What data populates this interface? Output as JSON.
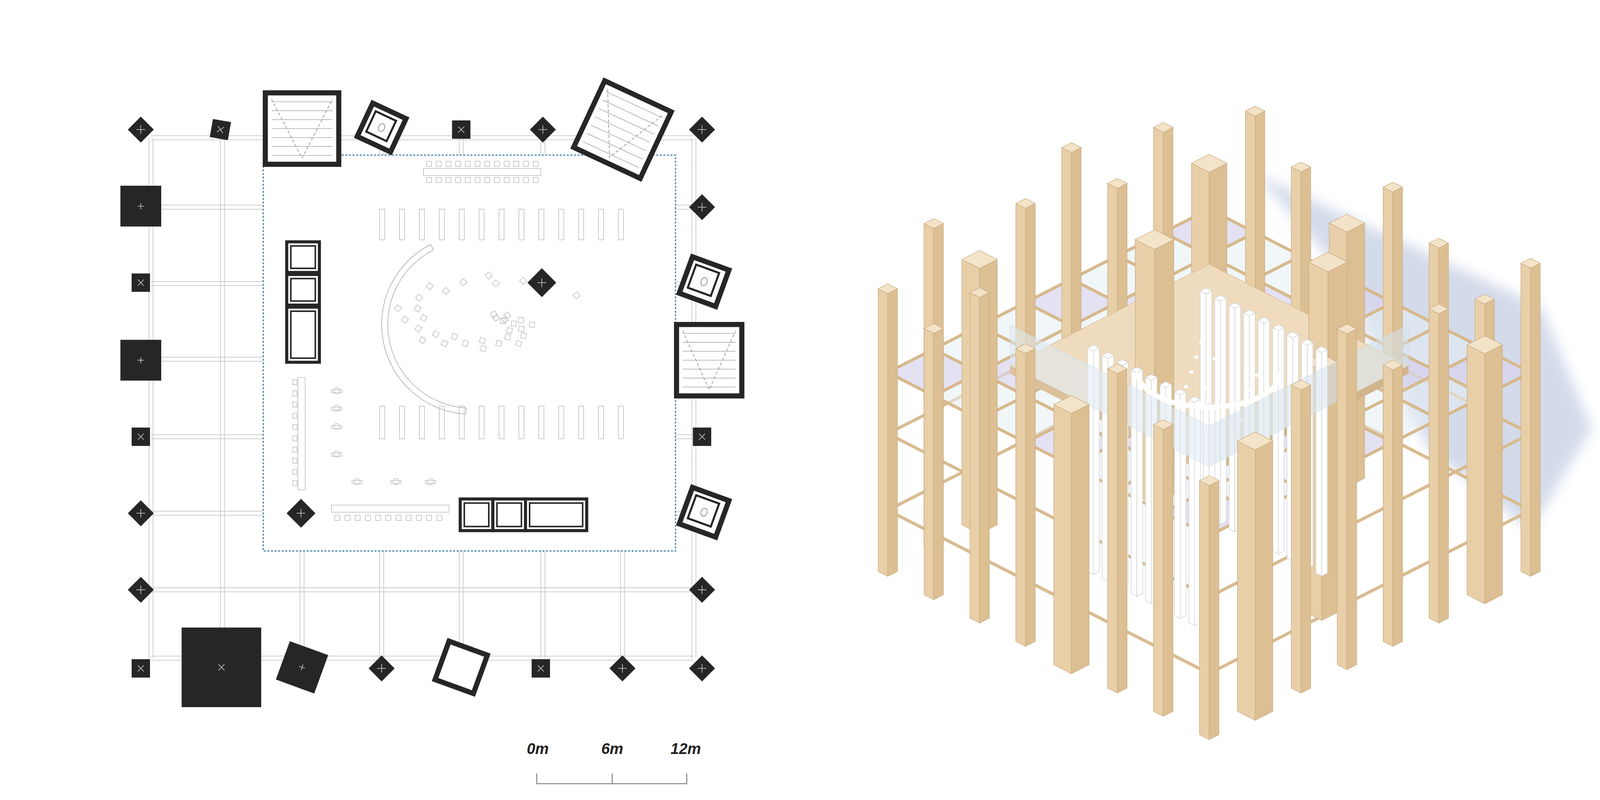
{
  "diagram": {
    "labels": [
      "0m",
      "6m",
      "12m"
    ]
  }
}
